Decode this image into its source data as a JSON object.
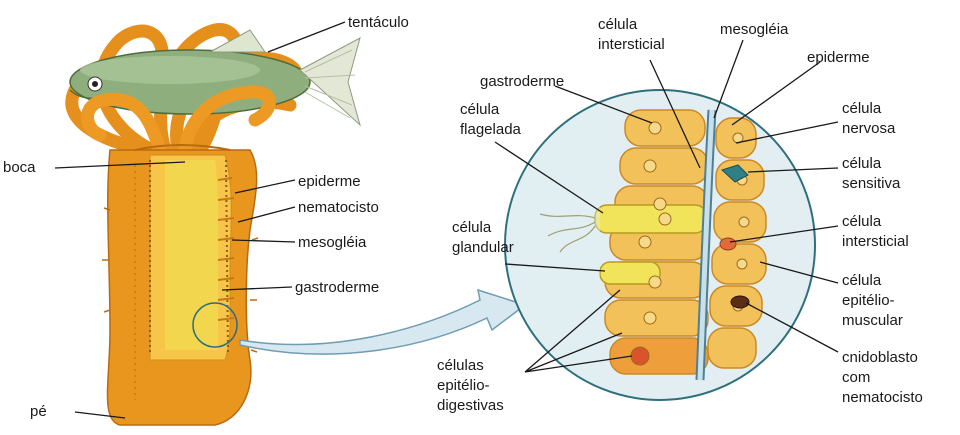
{
  "labels": {
    "tentaculo": "tentáculo",
    "boca": "boca",
    "epiderme_left": "epiderme",
    "nematocisto": "nematocisto",
    "mesogleia_left": "mesogléia",
    "gastroderme_left": "gastroderme",
    "pe": "pé",
    "gastroderme_right": "gastroderme",
    "celula_flagelada": [
      "célula",
      "flagelada"
    ],
    "celula_glandular": [
      "célula",
      "glandular"
    ],
    "celulas_epitelio_digestivas": [
      "células",
      "epitélio-",
      "digestivas"
    ],
    "celula_intersticial_top": [
      "célula",
      "intersticial"
    ],
    "mesogleia_right": "mesogléia",
    "epiderme_right": "epiderme",
    "celula_nervosa": [
      "célula",
      "nervosa"
    ],
    "celula_sensitiva": [
      "célula",
      "sensitiva"
    ],
    "celula_intersticial_right": [
      "célula",
      "intersticial"
    ],
    "celula_epitelio_muscular": [
      "célula",
      "epitélio-",
      "muscular"
    ],
    "cnidoblasto": [
      "cnidoblasto",
      "com",
      "nematocisto"
    ]
  },
  "colors": {
    "body_orange": "#e9961f",
    "body_light": "#f6c54a",
    "gastro_yellow": "#f2d64e",
    "fish_green": "#8fae7e",
    "circle_bg": "#e2eef2",
    "leader": "#1a1a1a"
  }
}
